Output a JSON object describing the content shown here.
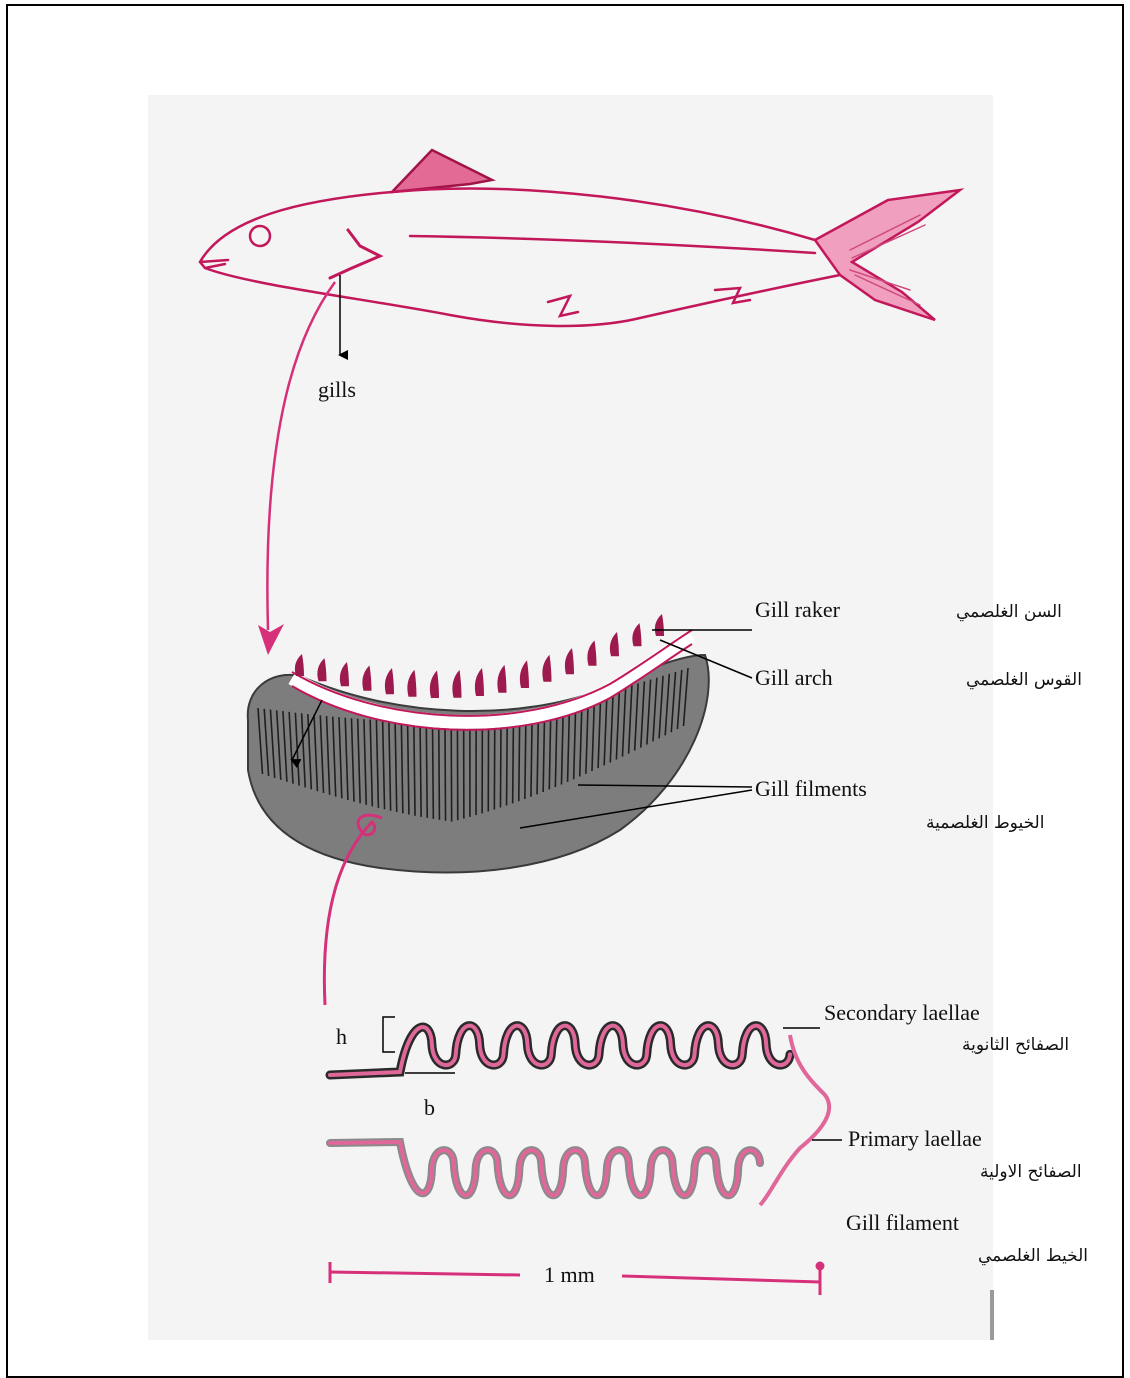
{
  "labels": {
    "gills": "gills",
    "gill_raker_en": "Gill raker",
    "gill_raker_ar": "السن الغلصمي",
    "gill_arch_en": "Gill arch",
    "gill_arch_ar": "القوس الغلصمي",
    "gill_filaments_en": "Gill filments",
    "gill_filaments_ar": "الخيوط الغلصمية",
    "secondary_en": "Secondary laellae",
    "secondary_ar": "الصفائح الثانوية",
    "primary_en": "Primary laellae",
    "primary_ar": "الصفائح الاولية",
    "filament_en": "Gill filament",
    "filament_ar": "الخيط الغلصمي",
    "h": "h",
    "b": "b",
    "scale": "1 mm"
  },
  "colors": {
    "ink": "#c2185b",
    "ink_light": "#e88ab0",
    "ink_dark": "#7a0f3a",
    "gray_fill": "#555555"
  }
}
